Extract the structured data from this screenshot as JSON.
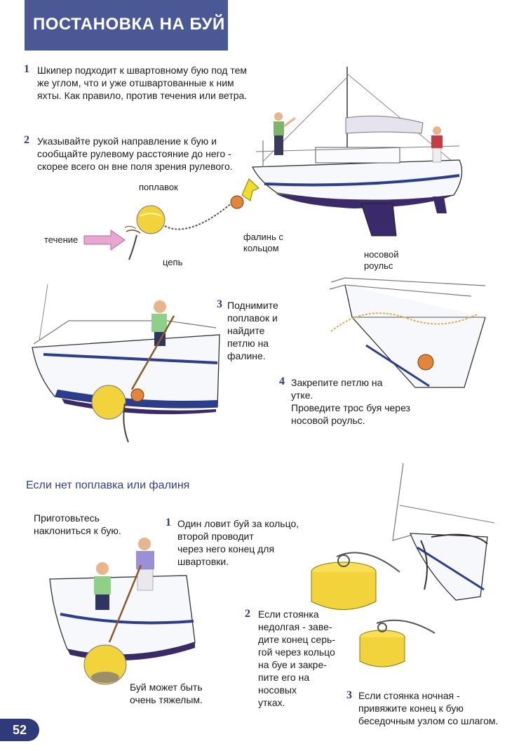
{
  "header": {
    "title": "ПОСТАНОВКА НА БУЙ"
  },
  "steps_top": [
    {
      "num": "1",
      "lines": [
        "Шкипер подходит к швартовному бую под тем",
        "же углом, что и уже отшвартованные к ним",
        "яхты. Как правило, против течения или ветра."
      ]
    },
    {
      "num": "2",
      "lines": [
        "Указывайте рукой направление к бую и",
        "сообщайте рулевому расстояние до него -",
        "скорее всего он вне поля зрения рулевого."
      ]
    },
    {
      "num": "3",
      "lines": [
        "Поднимите",
        "поплавок и",
        "найдите",
        "петлю на",
        "фалине."
      ]
    },
    {
      "num": "4",
      "lines": [
        "Закрепите петлю на",
        "утке.",
        "Проведите трос буя через",
        "носовой роульс."
      ]
    }
  ],
  "labels": {
    "float": "поплавок",
    "current": "течение",
    "chain": "цепь",
    "pennant_lines": [
      "фалинь с",
      "кольцом"
    ],
    "bow_roller_lines": [
      "носовой",
      "роульс"
    ]
  },
  "section2": {
    "heading": "Если нет поплавка или фалиня",
    "prepare_lines": [
      "Приготовьтесь",
      "наклониться к бую."
    ],
    "step1": {
      "num": "1",
      "lines": [
        "Один ловит буй за кольцо,",
        "второй проводит",
        "через него конец для",
        "швартовки."
      ]
    },
    "heavy_lines": [
      "Буй может быть",
      "очень тяжелым."
    ],
    "step2": {
      "num": "2",
      "lines": [
        "Если стоянка",
        "недолгая - заве-",
        "дите конец серь-",
        "гой через кольцо",
        "на буе и закре-",
        "пите его на",
        "носовых",
        "утках."
      ]
    },
    "step3": {
      "num": "3",
      "lines": [
        "Если стоянка ночная -",
        "привяжите конец к бую",
        "беседочным узлом со шлагом."
      ]
    }
  },
  "footer": {
    "page_number": "52"
  },
  "colors": {
    "header_band": "#4a5896",
    "step_number": "#2e3a7a",
    "subheading": "#2f3f92",
    "hull_stripe": "#2b3d8f",
    "keel": "#3b2a6b",
    "buoy_yellow": "#f2d33b",
    "pink_arrow": "#e9a6d0"
  },
  "illustration_icons": [
    "sailboat-approach-illustration",
    "buoy-pickup-illustration",
    "bow-roller-illustration",
    "crew-catching-buoy-illustration",
    "buoy-closeup-illustration"
  ]
}
